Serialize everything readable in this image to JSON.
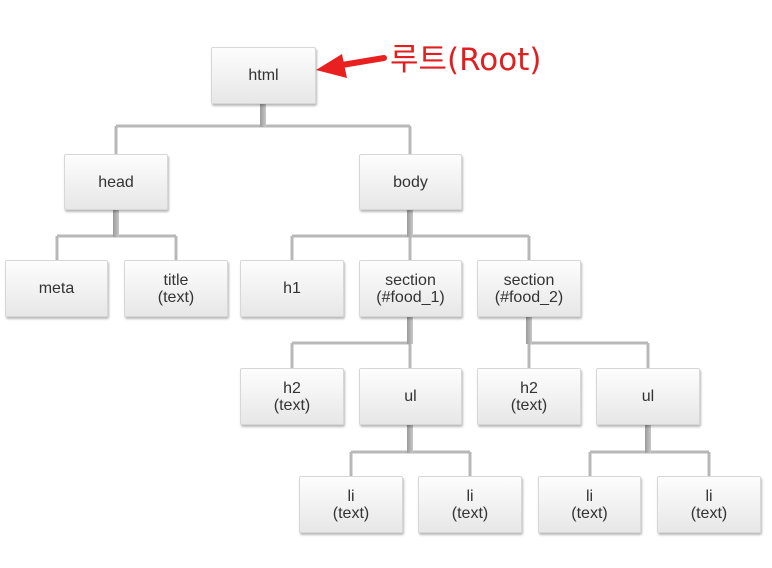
{
  "annotation": {
    "text": "루트(Root)",
    "color": "#e02020"
  },
  "nodes": {
    "html": "html",
    "head": "head",
    "body": "body",
    "meta": "meta",
    "title": "title\n(text)",
    "h1": "h1",
    "section1": "section\n(#food_1)",
    "section2": "section\n(#food_2)",
    "h2_a": "h2\n(text)",
    "ul_a": "ul",
    "h2_b": "h2\n(text)",
    "ul_b": "ul",
    "li_1": "li\n(text)",
    "li_2": "li\n(text)",
    "li_3": "li\n(text)",
    "li_4": "li\n(text)"
  },
  "colors": {
    "line": "#b5b5b5",
    "arrow": "#e82020"
  }
}
